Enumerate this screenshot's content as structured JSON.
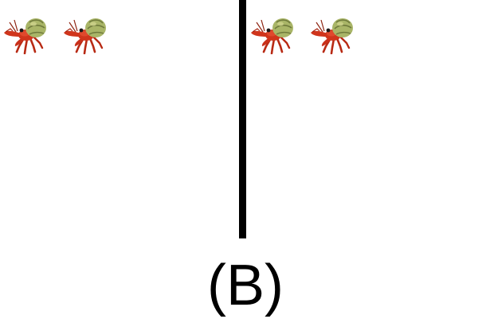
{
  "panels": [
    {
      "id": "left",
      "crab_count": 2,
      "icon": "hermit-crab-icon"
    },
    {
      "id": "right",
      "crab_count": 2,
      "icon": "hermit-crab-icon"
    }
  ],
  "colors": {
    "crab_body": "#d0351c",
    "crab_dark": "#a52410",
    "shell": "#a9b567",
    "shell_dark": "#6f7a3c",
    "divider": "#000000"
  },
  "caption": "(B)"
}
